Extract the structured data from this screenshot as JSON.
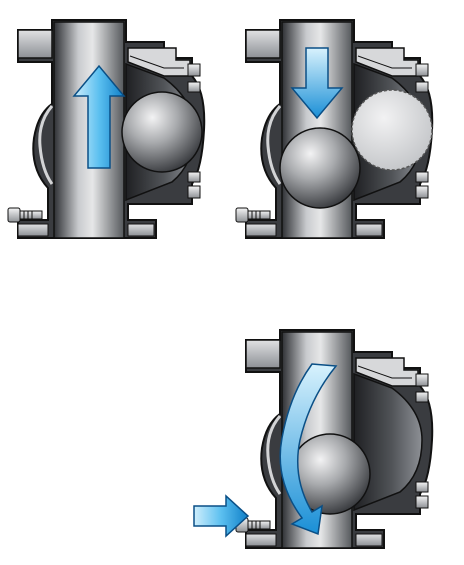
{
  "diagram": {
    "panels": [
      {
        "id": "flow-open",
        "state": "upward flow, ball lifted into side chamber"
      },
      {
        "id": "flow-closed",
        "state": "downward flow, ball seated on inlet"
      },
      {
        "id": "backflush",
        "state": "side port opened, flow loops around seated ball"
      }
    ],
    "colors": {
      "body_dark": "#3a3c40",
      "body_mid": "#8a8d92",
      "body_light": "#dcdee0",
      "outline": "#111111",
      "arrow_light": "#c9ecfb",
      "arrow_dark": "#1a8fd6",
      "ball_light": "#e4e5e6",
      "ball_dark": "#5a5c60"
    },
    "icons": [
      "up-arrow-icon",
      "down-arrow-icon",
      "curved-arrow-icon",
      "right-arrow-icon",
      "bolt-icon",
      "ball-icon"
    ]
  }
}
